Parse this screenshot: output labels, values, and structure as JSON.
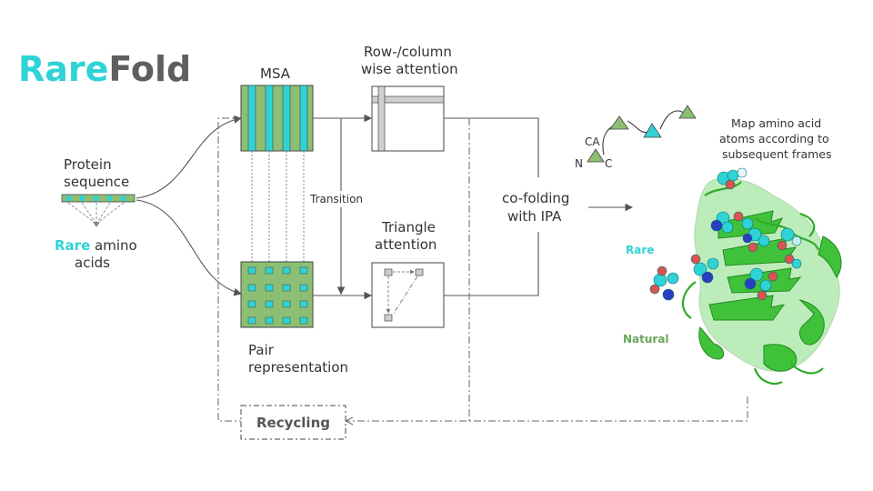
{
  "title": {
    "part1": "Rare",
    "part2": "Fold"
  },
  "colors": {
    "rare_cyan": "#2fd3d6",
    "title_grey": "#5f5f5f",
    "natural_green": "#6aa65a",
    "msa_green": "#8cbf74",
    "line_grey": "#555555",
    "protein_green": "#3fc23a"
  },
  "input": {
    "protein_line1": "Protein",
    "protein_line2": "sequence",
    "rare_word": "Rare",
    "amino_rest": " amino",
    "acids": "acids"
  },
  "blocks": {
    "msa": "MSA",
    "row_col_line1": "Row-/column",
    "row_col_line2": "wise attention",
    "transition": "Transition",
    "triangle_line1": "Triangle",
    "triangle_line2": "attention",
    "pair_line1": "Pair",
    "pair_line2": "representation",
    "cofold_line1": "co-folding",
    "cofold_line2": "with IPA",
    "recycling": "Recycling"
  },
  "frames": {
    "ca": "CA",
    "n": "N",
    "c": "C"
  },
  "mapping": {
    "line1": "Map amino acid",
    "line2": "atoms according to",
    "line3": "subsequent frames"
  },
  "structure": {
    "rare_label": "Rare",
    "natural_label": "Natural"
  }
}
